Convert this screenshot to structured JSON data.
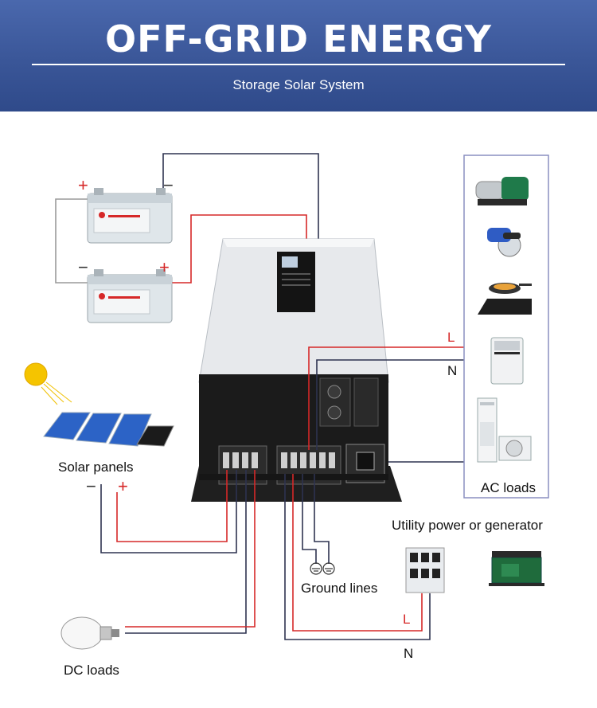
{
  "header": {
    "title": "OFF-GRID ENERGY",
    "subtitle": "Storage Solar System"
  },
  "labels": {
    "solar_panels": "Solar panels",
    "ac_loads": "AC loads",
    "utility": "Utility power or generator",
    "ground_lines": "Ground lines",
    "dc_loads": "DC loads",
    "line_live_top": "L",
    "line_neutral_top": "N",
    "line_live_bottom": "L",
    "line_neutral_bottom": "N"
  },
  "polarity": {
    "plus": "+",
    "minus": "−"
  },
  "colors": {
    "header": "#3a5698",
    "positive_wire": "#d62828",
    "negative_wire": "#2e3350",
    "panel_border": "#8a8fc0"
  }
}
